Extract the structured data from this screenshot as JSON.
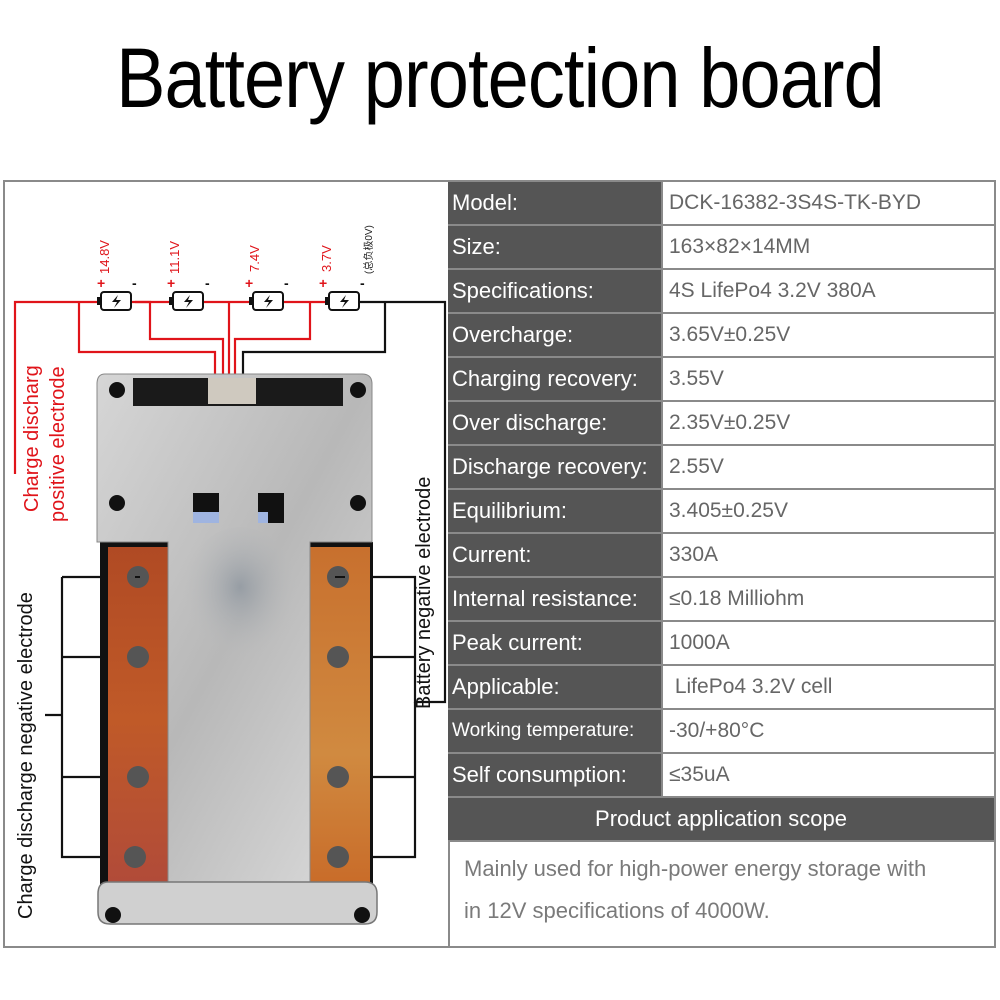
{
  "title": "Battery protection board",
  "diagram": {
    "voltages": [
      "14.8V",
      "11.1V",
      "7.4V",
      "3.7V"
    ],
    "total_negative_note": "(总负极0V)",
    "plus_sign": "+",
    "minus_sign": "-",
    "labels": {
      "positive": "Charge discharg positive electrode",
      "positive_line1": "Charge discharg",
      "positive_line2": "positive electrode",
      "charge_negative": "Charge discharge negative electrode",
      "battery_negative": "Battery negative electrode"
    },
    "colors": {
      "red_wire": "#e0141a",
      "black_wire": "#111111",
      "copper": "#b8642a",
      "plate": "#c9c9c9"
    }
  },
  "specs": [
    {
      "label": "Model:",
      "value": "DCK-16382-3S4S-TK-BYD"
    },
    {
      "label": "Size:",
      "value": "163×82×14MM"
    },
    {
      "label": "Specifications:",
      "value": "4S LifePo4 3.2V 380A"
    },
    {
      "label": "Overcharge:",
      "value": "3.65V±0.25V"
    },
    {
      "label": "Charging recovery:",
      "value": "3.55V"
    },
    {
      "label": "Over discharge:",
      "value": "2.35V±0.25V"
    },
    {
      "label": "Discharge recovery:",
      "value": "2.55V"
    },
    {
      "label": "Equilibrium:",
      "value": "3.405±0.25V"
    },
    {
      "label": "Current:",
      "value": "330A"
    },
    {
      "label": "Internal resistance:",
      "value": "≤0.18 Milliohm"
    },
    {
      "label": "Peak current:",
      "value": "1000A"
    },
    {
      "label": "Applicable:",
      "value": " LifePo4 3.2V cell"
    },
    {
      "label": "Working temperature:",
      "value": "-30/+80°C"
    },
    {
      "label": "Self consumption:",
      "value": "≤35uA"
    }
  ],
  "scope": {
    "heading": "Product application scope",
    "line1": "Mainly used for high-power energy storage with",
    "line2": "in 12V specifications of 4000W."
  }
}
